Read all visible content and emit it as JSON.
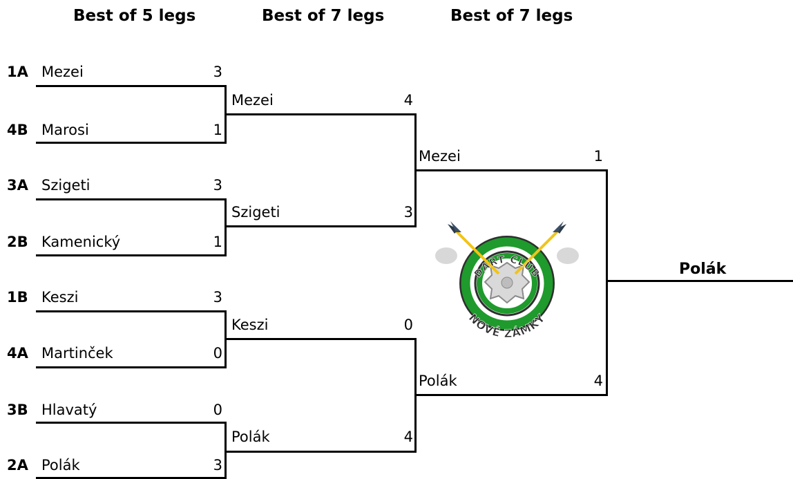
{
  "headers": [
    "Best of 5 legs",
    "Best of 7 legs",
    "Best of 7 legs"
  ],
  "round1": [
    {
      "seed": "1A",
      "name": "Mezei",
      "score": "3"
    },
    {
      "seed": "4B",
      "name": "Marosi",
      "score": "1"
    },
    {
      "seed": "3A",
      "name": "Szigeti",
      "score": "3"
    },
    {
      "seed": "2B",
      "name": "Kamenický",
      "score": "1"
    },
    {
      "seed": "1B",
      "name": "Keszi",
      "score": "3"
    },
    {
      "seed": "4A",
      "name": "Martinček",
      "score": "0"
    },
    {
      "seed": "3B",
      "name": "Hlavatý",
      "score": "0"
    },
    {
      "seed": "2A",
      "name": "Polák",
      "score": "3"
    }
  ],
  "round2": [
    {
      "name": "Mezei",
      "score": "4"
    },
    {
      "name": "Szigeti",
      "score": "3"
    },
    {
      "name": "Keszi",
      "score": "0"
    },
    {
      "name": "Polák",
      "score": "4"
    }
  ],
  "final": [
    {
      "name": "Mezei",
      "score": "1"
    },
    {
      "name": "Polák",
      "score": "4"
    }
  ],
  "champion": "Polák",
  "logo": {
    "top_text": "DART CLUB",
    "bottom_text": "NOVÉ ZÁMKY",
    "ring_color": "#1f9a2c"
  }
}
